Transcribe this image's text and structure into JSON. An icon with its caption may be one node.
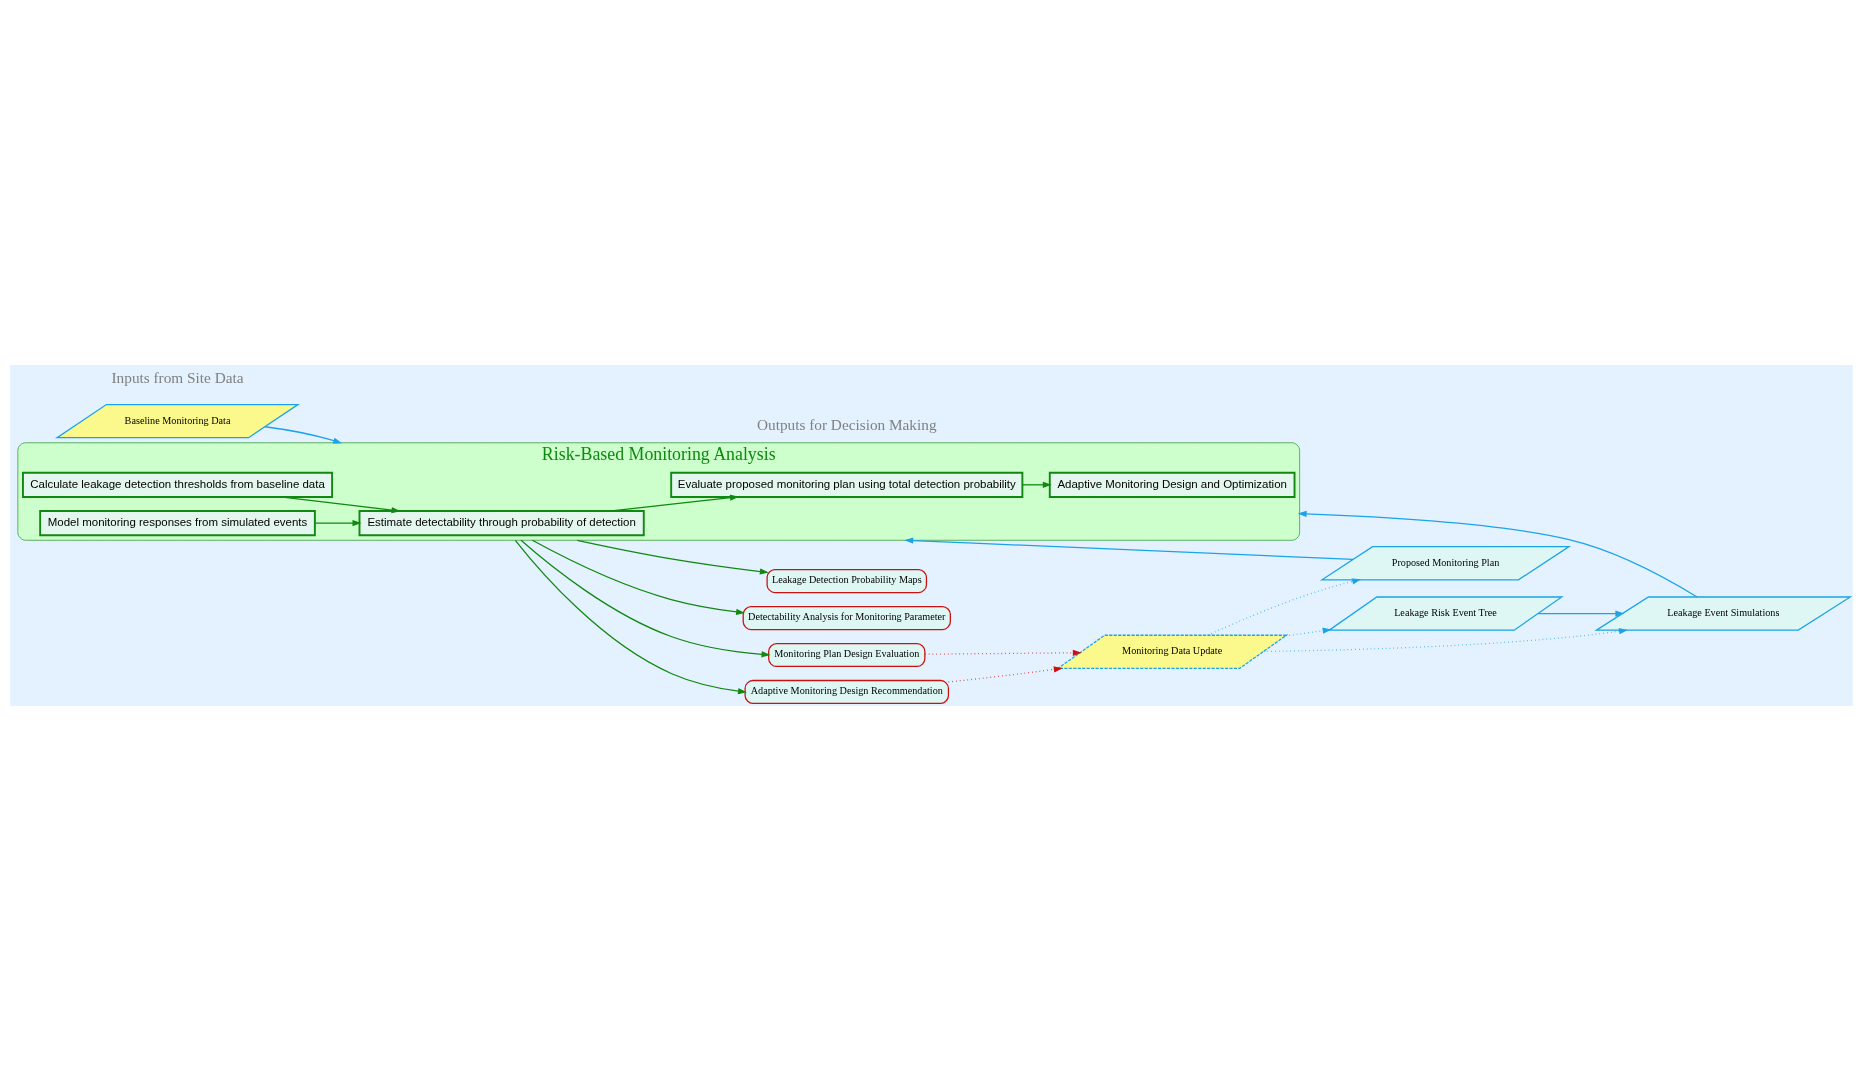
{
  "diagram": {
    "nodes": [
      {
        "text": [
          "Baseline Monitoring Data"
        ]
      },
      {
        "text": [
          "Leakage Risk Event Tree"
        ]
      },
      {
        "text": [
          "Leakage Event Simulations"
        ]
      },
      {
        "text": [
          "Proposed Monitoring Plan"
        ]
      },
      {
        "text": [
          "Risk-Based Monitoring Analysis"
        ]
      },
      {
        "text": [
          "Calculate leakage detection thresholds from baseline data"
        ],
        "in": 4
      },
      {
        "text": [
          "Model monitoring responses from simulated events"
        ],
        "in": 4
      },
      {
        "text": [
          "Estimate detectability through probability of detection"
        ],
        "in": 4
      },
      {
        "text": [
          "Evaluate proposed monitoring plan using total detection probability"
        ],
        "in": 4
      },
      {
        "text": [
          "Adaptive Monitoring Design and Optimization"
        ],
        "in": 4
      },
      {
        "text": [
          "Leakage Detection Probability Maps"
        ]
      },
      {
        "text": [
          "Detectability Analysis for Monitoring Parameter"
        ]
      },
      {
        "text": [
          "Monitoring Plan Design Evaluation"
        ]
      },
      {
        "text": [
          "Adaptive Monitoring Design Recommendation"
        ]
      },
      {
        "text": [
          "Monitoring Data Update"
        ]
      }
    ],
    "edges": [
      {
        "from": 1,
        "to": 2,
        "arrow": "to",
        "color": "#1aa3e8"
      },
      {
        "from": 0,
        "to": 4,
        "arrow": "to",
        "color": "#1aa3e8"
      },
      {
        "from": 2,
        "to": 4,
        "arrow": "to",
        "color": "#1aa3e8"
      },
      {
        "from": 3,
        "to": 4,
        "arrow": "to",
        "color": "#1aa3e8"
      },
      {
        "from": 5,
        "to": 7,
        "arrow": "to"
      },
      {
        "from": 6,
        "to": 7,
        "arrow": "to"
      },
      {
        "from": 7,
        "to": 8,
        "arrow": "to"
      },
      {
        "from": 8,
        "to": 9,
        "arrow": "to"
      },
      {
        "from": 4,
        "to": 10,
        "arrow": "to"
      },
      {
        "from": 4,
        "to": 11,
        "arrow": "to"
      },
      {
        "from": 4,
        "to": 12,
        "arrow": "to"
      },
      {
        "from": 4,
        "to": 13,
        "arrow": "to"
      },
      {
        "from": 13,
        "to": 14,
        "arrow": "to",
        "style": "dashed",
        "color": "#cc1111"
      },
      {
        "from": 12,
        "to": 14,
        "arrow": "to",
        "style": "dashed",
        "color": "#cc1111"
      },
      {
        "from": 14,
        "to": 1,
        "arrow": "to",
        "style": "dashed",
        "color": "#1aa3e8"
      },
      {
        "from": 14,
        "to": 2,
        "arrow": "to",
        "style": "dashed",
        "color": "#1aa3e8"
      },
      {
        "from": 14,
        "to": 3,
        "arrow": "to",
        "style": "dashed",
        "color": "#1aa3e8"
      }
    ],
    "labels": [
      "Inputs from Site Data",
      "Outputs for Decision Making"
    ]
  }
}
